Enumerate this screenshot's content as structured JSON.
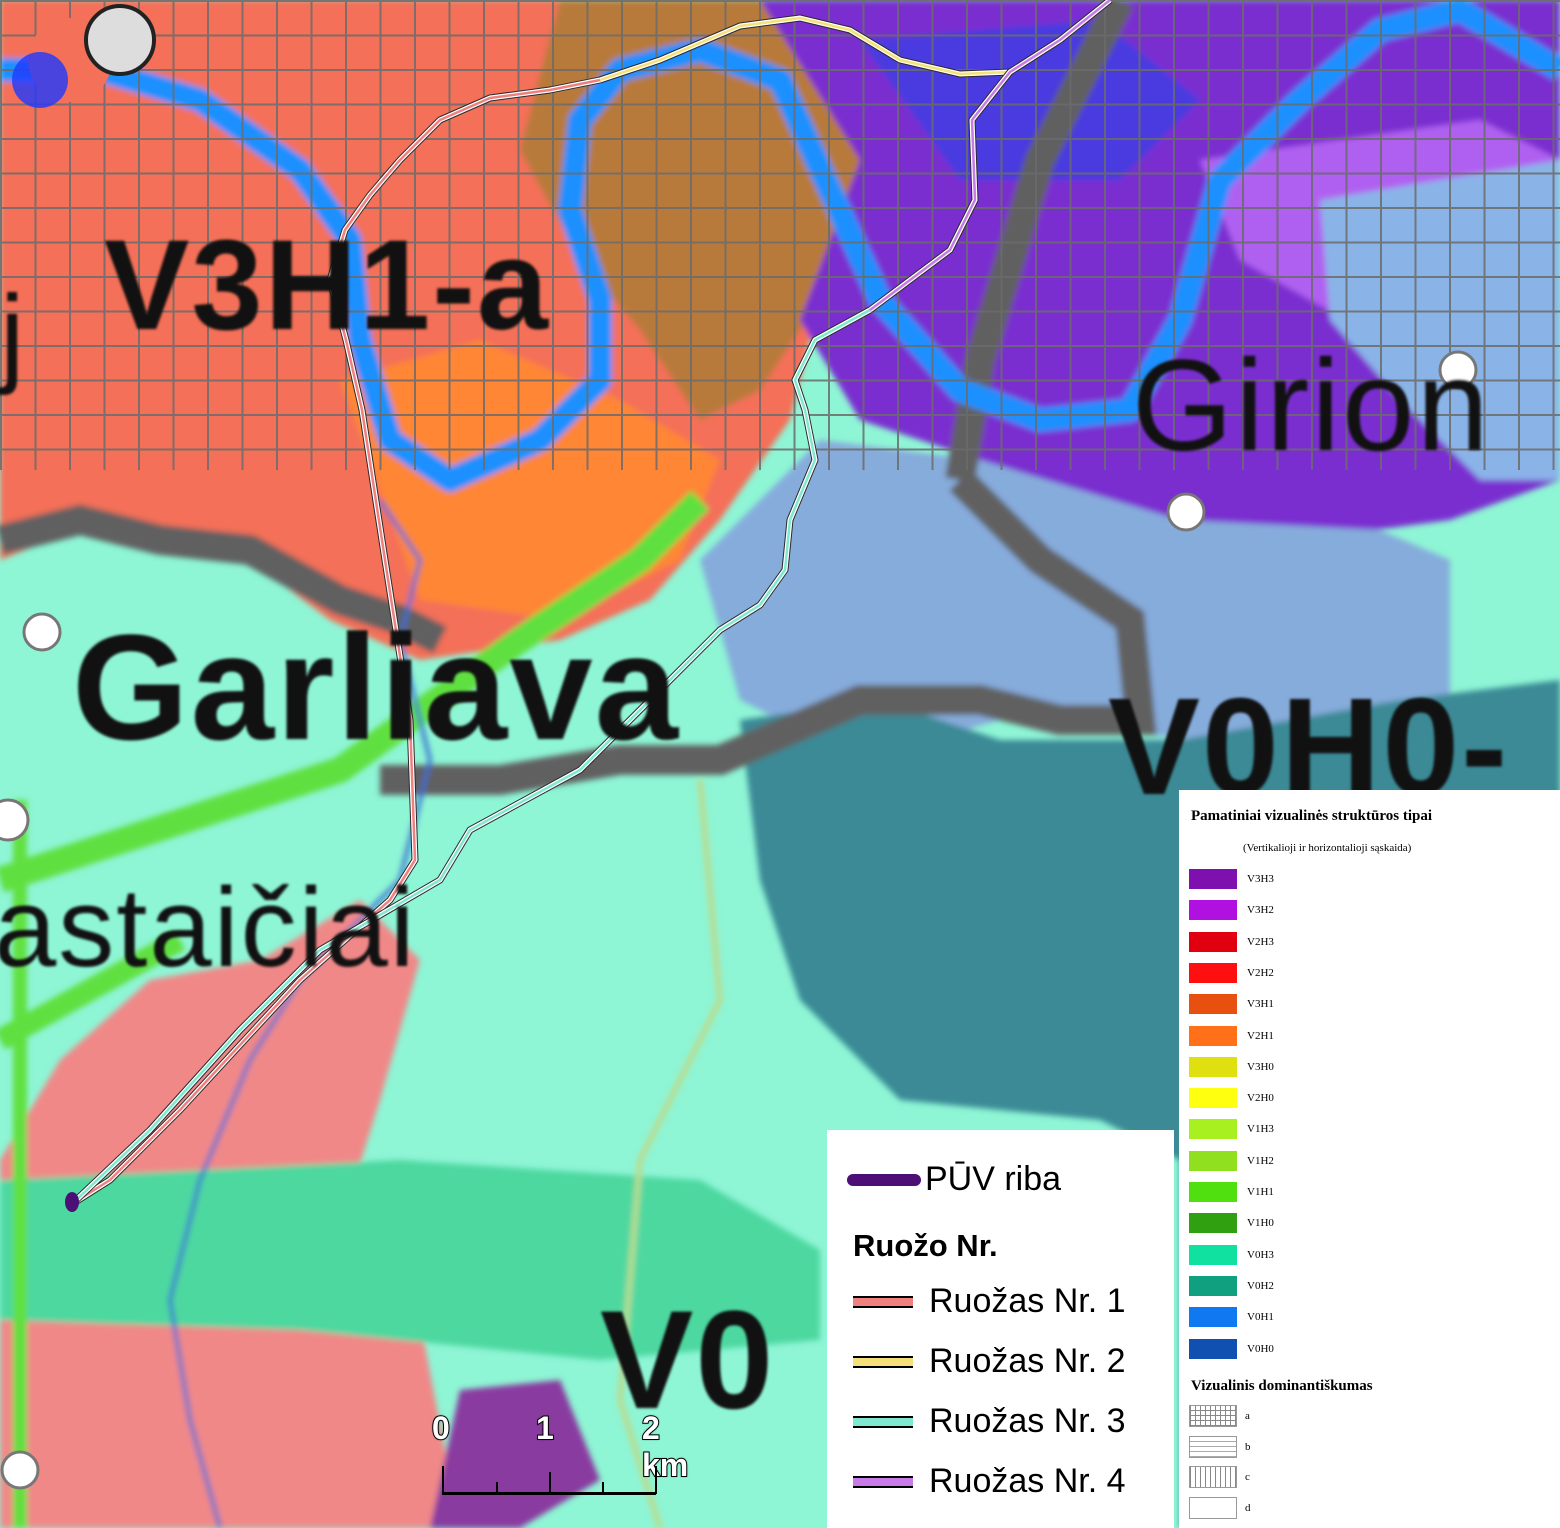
{
  "map": {
    "labels": {
      "v3h1": "V3H1-a",
      "garliava": "Garliava",
      "girion": "Girion",
      "v0h0": "V0H0-",
      "astaiciai": "astaičiai",
      "v0": "V0",
      "ji": "j"
    },
    "colors": {
      "water": "#1e90ff",
      "urban_salmon": "#f47058",
      "farmland_brown": "#b87a3a",
      "forest_cyan": "#8ef5d5",
      "dark_teal": "#3a8a96",
      "purple": "#7a2fd0",
      "boundary_gray": "#606060",
      "segment_1": "#f08080",
      "segment_2": "#f5e07a",
      "segment_3": "#7ee8d0",
      "segment_4": "#c77ae8",
      "puv": "#4b0f75"
    }
  },
  "scale": {
    "label_0": "0",
    "label_1": "1",
    "label_2": "2 km"
  },
  "legend_routes": {
    "puv": "PŪV riba",
    "title": "Ruožo Nr.",
    "items": [
      {
        "label": "Ruožas Nr. 1",
        "color": "#f08080"
      },
      {
        "label": "Ruožas Nr. 2",
        "color": "#f5e07a"
      },
      {
        "label": "Ruožas Nr. 3",
        "color": "#7ee8d0"
      },
      {
        "label": "Ruožas Nr. 4",
        "color": "#c77ae8"
      }
    ]
  },
  "legend_structure": {
    "title": "Pamatiniai vizualinės struktūros tipai",
    "subtitle": "(Vertikalioji ir horizontalioji sąskaida)",
    "types": [
      {
        "label": "V3H3",
        "color": "#7f10b0"
      },
      {
        "label": "V3H2",
        "color": "#b010e0"
      },
      {
        "label": "V2H3",
        "color": "#e00010"
      },
      {
        "label": "V2H2",
        "color": "#ff1010"
      },
      {
        "label": "V3H1",
        "color": "#e85010"
      },
      {
        "label": "V2H1",
        "color": "#ff7018"
      },
      {
        "label": "V3H0",
        "color": "#e0e010"
      },
      {
        "label": "V2H0",
        "color": "#ffff10"
      },
      {
        "label": "V1H3",
        "color": "#a8f020"
      },
      {
        "label": "V1H2",
        "color": "#90e020"
      },
      {
        "label": "V1H1",
        "color": "#50e010"
      },
      {
        "label": "V1H0",
        "color": "#30a010"
      },
      {
        "label": "V0H3",
        "color": "#10e0a0"
      },
      {
        "label": "V0H2",
        "color": "#10a080"
      },
      {
        "label": "V0H1",
        "color": "#1078f0"
      },
      {
        "label": "V0H0",
        "color": "#1050b0"
      }
    ],
    "dominance_title": "Vizualinis dominantiškumas",
    "dominance": [
      {
        "label": "a",
        "pattern": "grid"
      },
      {
        "label": "b",
        "pattern": "horizontal"
      },
      {
        "label": "c",
        "pattern": "vertical"
      },
      {
        "label": "d",
        "pattern": "none"
      }
    ]
  }
}
